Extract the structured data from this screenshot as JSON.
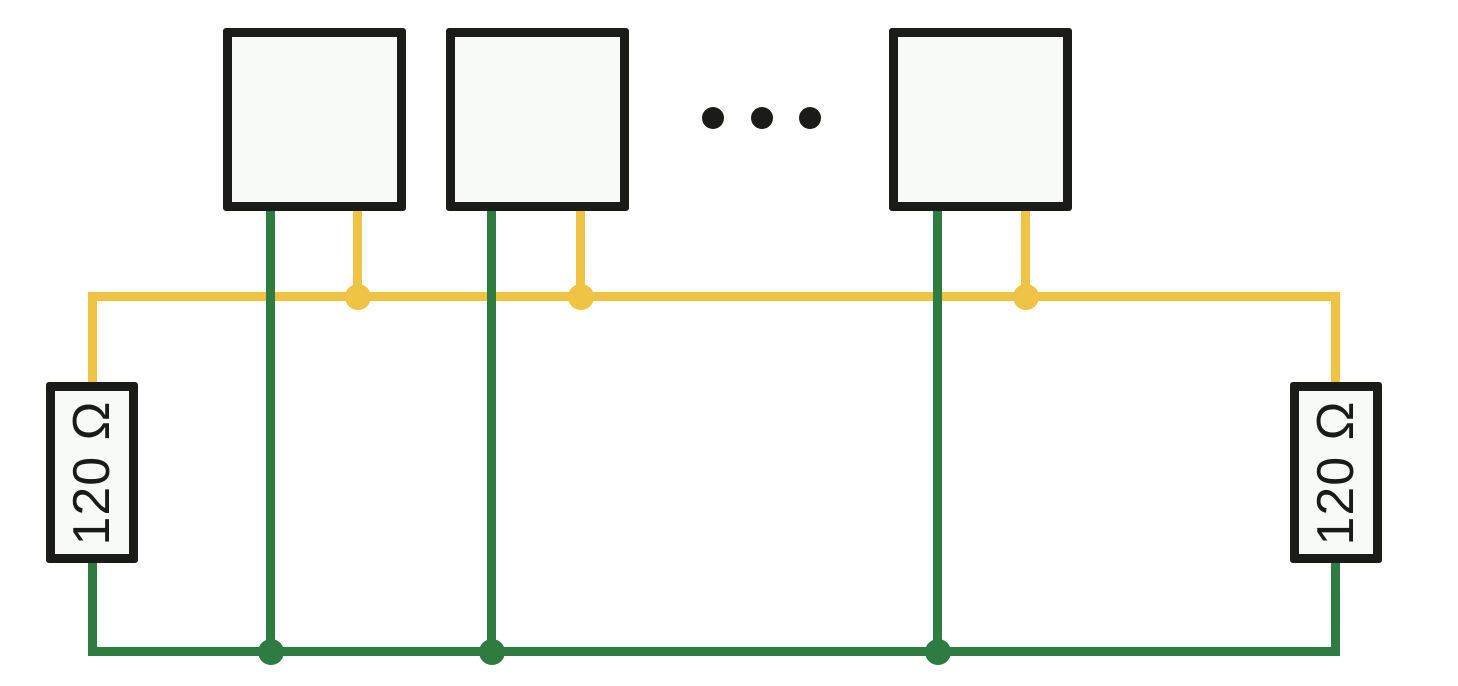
{
  "diagram": {
    "kind": "bus-topology-schematic",
    "nodes": [
      {
        "id": "node-1"
      },
      {
        "id": "node-2"
      },
      {
        "id": "node-n"
      }
    ],
    "ellipsis": "• • •",
    "buses": {
      "high": {
        "color": "#EFC444"
      },
      "low": {
        "color": "#2E7C41"
      }
    },
    "terminators": {
      "left": {
        "label": "120 Ω"
      },
      "right": {
        "label": "120 Ω"
      }
    },
    "colors": {
      "wire_high": "#EFC444",
      "wire_low": "#2E7C41",
      "outline": "#1B1B17",
      "node_fill": "#F8FAF8",
      "background": "#FFFFFF",
      "label_text": "#1A1A17"
    }
  }
}
